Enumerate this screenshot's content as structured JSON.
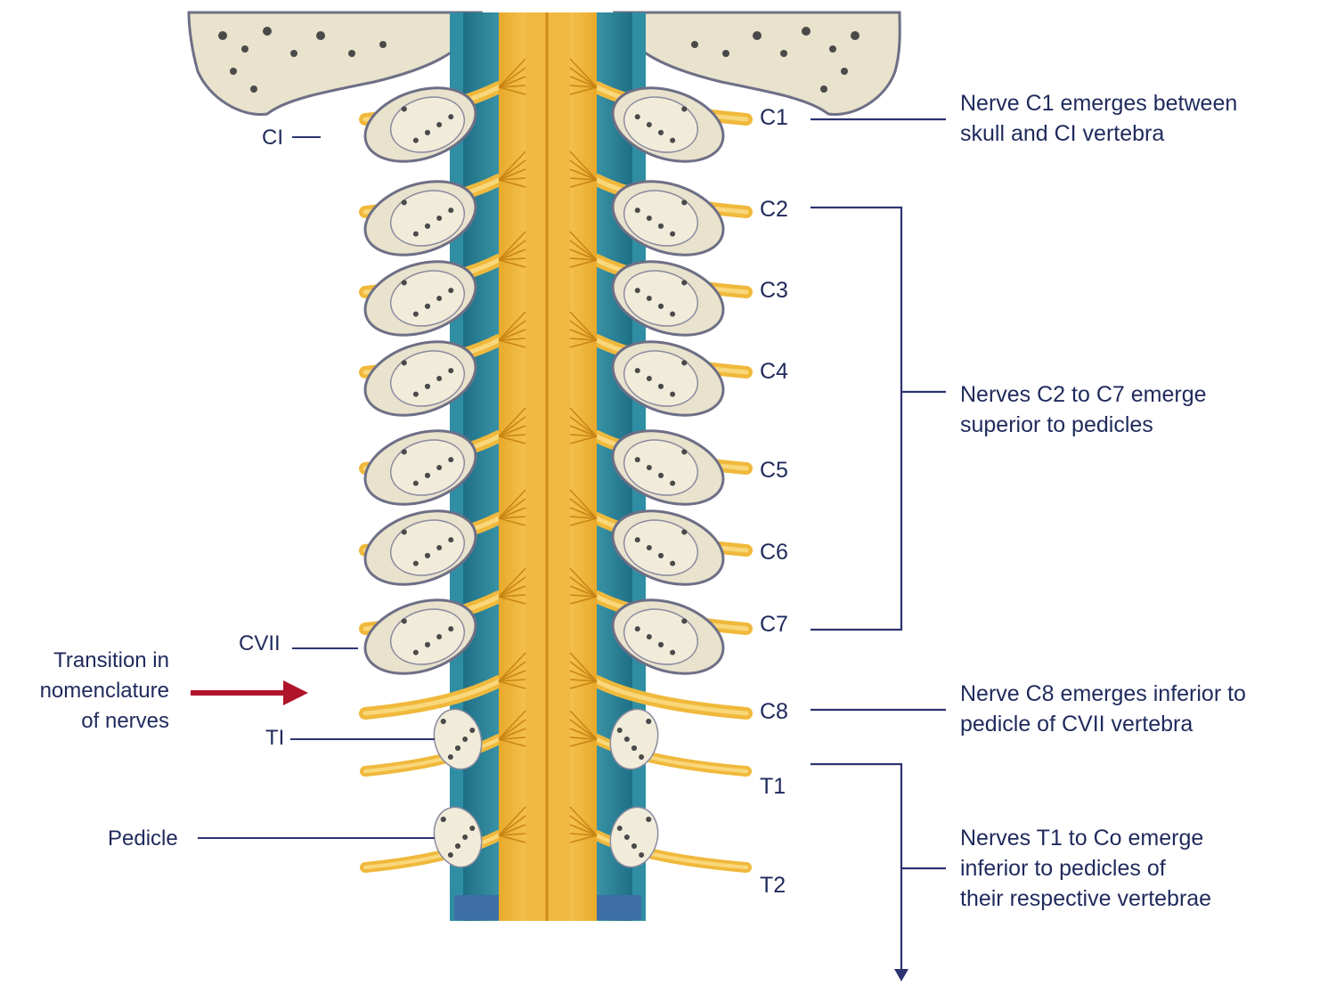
{
  "vertebra_labels": {
    "c1": "CI",
    "c7": "CVII",
    "t1": "TI",
    "pedicle": "Pedicle"
  },
  "nerve_labels": [
    "C1",
    "C2",
    "C3",
    "C4",
    "C5",
    "C6",
    "C7",
    "C8",
    "T1",
    "T2"
  ],
  "transition": {
    "line1": "Transition in",
    "line2": "nomenclature",
    "line3": "of nerves"
  },
  "notes": {
    "c1": {
      "line1": "Nerve C1 emerges between",
      "line2": "skull and CI vertebra"
    },
    "c2_c7": {
      "line1": "Nerves C2 to C7 emerge",
      "line2": "superior to pedicles"
    },
    "c8": {
      "line1": "Nerve C8 emerges inferior to",
      "line2": "pedicle of CVII vertebra"
    },
    "t1_co": {
      "line1": "Nerves T1 to Co emerge",
      "line2": "inferior to pedicles of",
      "line3": "their respective vertebrae"
    }
  },
  "colors": {
    "nerve": "#f0b93c",
    "csf": "#3aa3b5",
    "bone": "#e9e2cc",
    "label": "#1f2a5c",
    "arrow": "#b0142a"
  }
}
